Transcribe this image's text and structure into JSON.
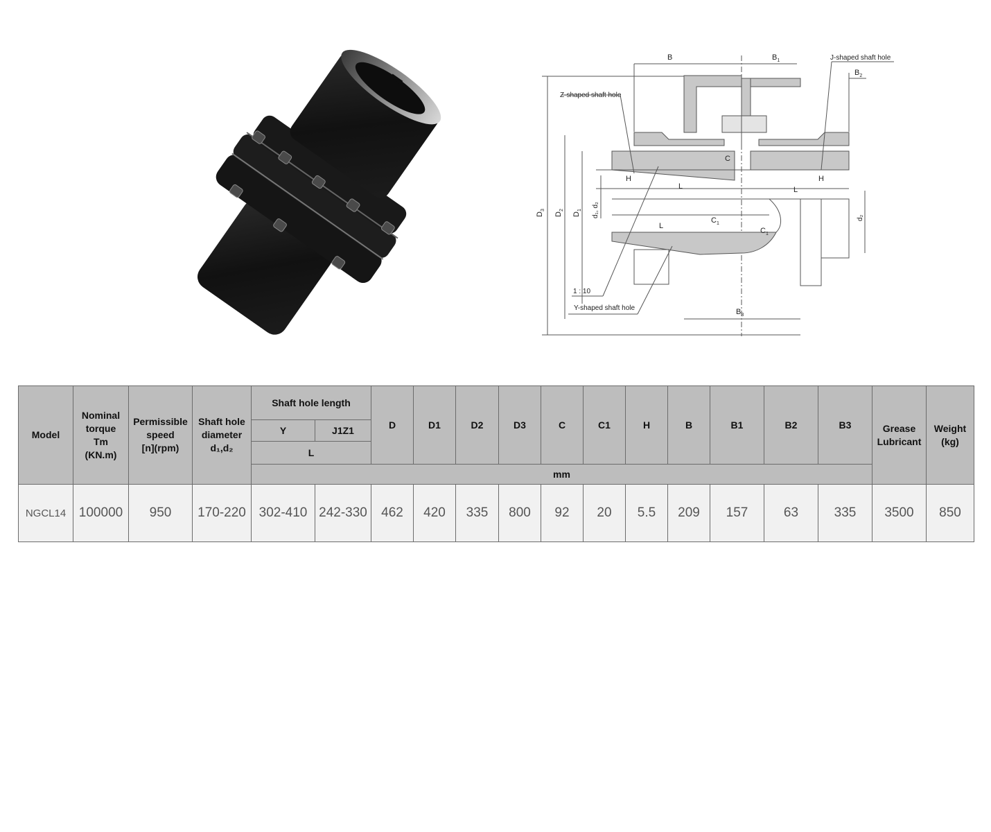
{
  "photo": {
    "alt": "Drum gear coupling product photo (black steel, bolted flanges)"
  },
  "drawing": {
    "labels": {
      "B": "B",
      "B1": "B",
      "B1_sub": "1",
      "B2": "B",
      "B2_sub": "2",
      "B3": "B",
      "B3_sub": "3",
      "C": "C",
      "C1": "C",
      "C1_sub": "1",
      "H": "H",
      "L": "L",
      "D": "D",
      "D1_sub": "1",
      "D2_sub": "2",
      "D3_sub": "3",
      "d1d2": "d",
      "d2": "d",
      "ratio": "1 : 10",
      "z_hole": "Z-shaped shaft hole",
      "j_hole": "J-shaped shaft hole",
      "y_hole": "Y-shaped shaft hole"
    }
  },
  "table": {
    "headers": {
      "model": "Model",
      "torque": [
        "Nominal",
        "torque",
        "Tm",
        "(KN.m)"
      ],
      "speed": [
        "Permissible",
        "speed",
        "[n](rpm)"
      ],
      "diameter": [
        "Shaft hole",
        "diameter",
        "d₁,d₂"
      ],
      "shaft_len": "Shaft hole length",
      "y": "Y",
      "j1z1": "J1Z1",
      "l": "L",
      "D": "D",
      "D1": "D1",
      "D2": "D2",
      "D3": "D3",
      "C": "C",
      "C1": "C1",
      "H": "H",
      "B": "B",
      "B1": "B1",
      "B2": "B2",
      "B3": "B3",
      "grease": [
        "Grease",
        "Lubricant"
      ],
      "weight": [
        "Weight",
        "(kg)"
      ],
      "unit": "mm"
    },
    "rows": [
      {
        "model": "NGCL14",
        "torque": "100000",
        "speed": "950",
        "diameter": "170-220",
        "y": "302-410",
        "j1z1": "242-330",
        "D": "462",
        "D1": "420",
        "D2": "335",
        "D3": "800",
        "C": "92",
        "C1": "20",
        "H": "5.5",
        "B": "209",
        "B1": "157",
        "B2": "63",
        "B3": "335",
        "grease": "3500",
        "weight": "850"
      }
    ]
  }
}
